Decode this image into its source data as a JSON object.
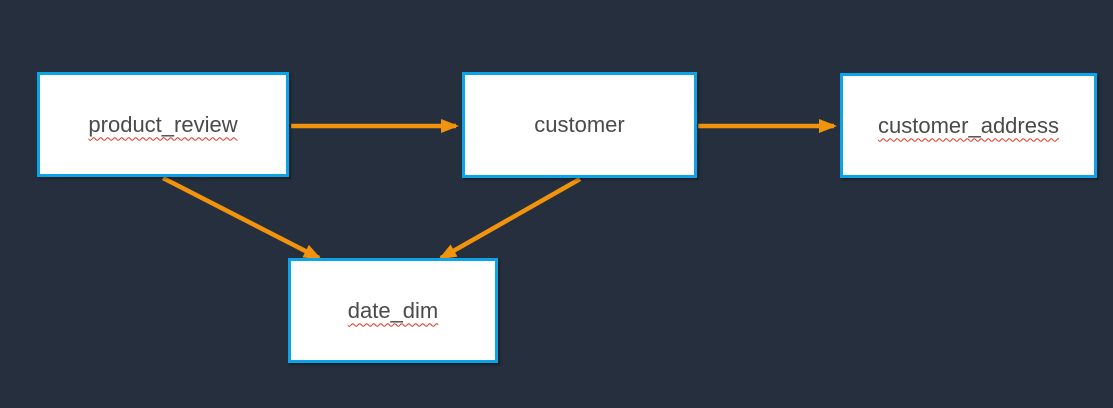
{
  "diagram": {
    "background_color": "#262F3D",
    "node_fill_color": "#FFFFFF",
    "node_border_color": "#0CA4E9",
    "arrow_color": "#F2930D",
    "label_color": "#4A4A4A",
    "spellcheck_underline_color": "#E0301E",
    "nodes": [
      {
        "id": "product_review",
        "label": "product_review",
        "spellcheck_underline": true
      },
      {
        "id": "customer",
        "label": "customer",
        "spellcheck_underline": false
      },
      {
        "id": "customer_address",
        "label": "customer_address",
        "spellcheck_underline": true
      },
      {
        "id": "date_dim",
        "label": "date_dim",
        "spellcheck_underline": true
      }
    ],
    "edges": [
      {
        "from": "product_review",
        "to": "customer"
      },
      {
        "from": "customer",
        "to": "customer_address"
      },
      {
        "from": "product_review",
        "to": "date_dim"
      },
      {
        "from": "customer",
        "to": "date_dim"
      }
    ]
  }
}
